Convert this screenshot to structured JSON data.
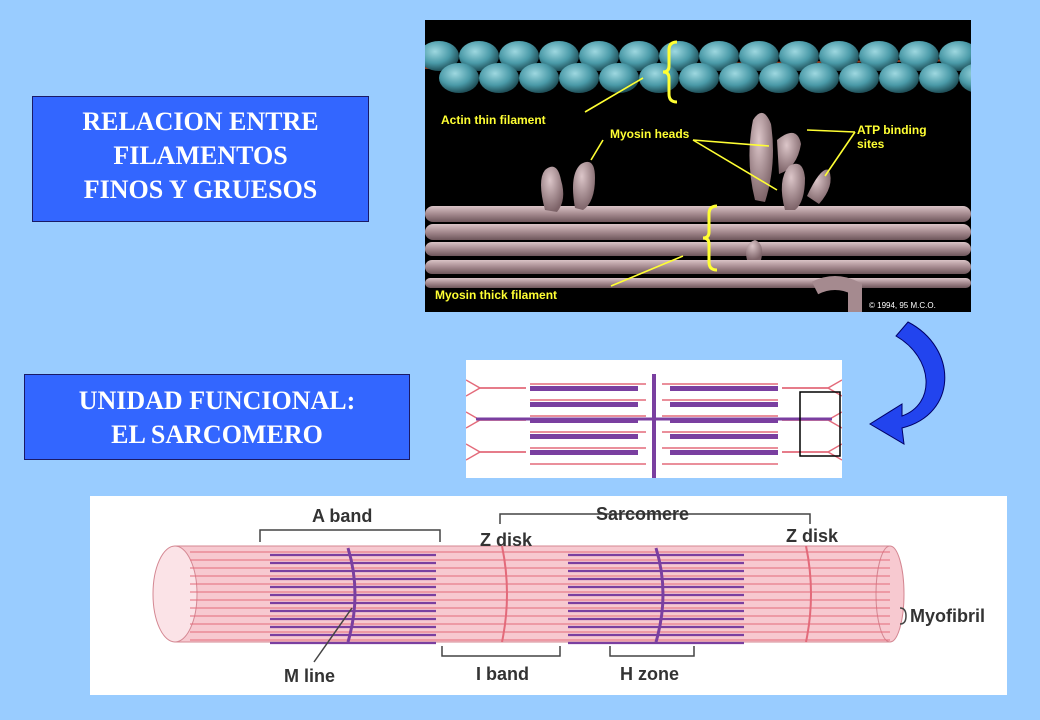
{
  "boxes": {
    "top": {
      "lines": [
        "RELACION ENTRE",
        "FILAMENTOS",
        "FINOS Y GRUESOS"
      ]
    },
    "bottom": {
      "lines": [
        "UNIDAD FUNCIONAL:",
        "EL SARCOMERO"
      ]
    }
  },
  "molecular": {
    "actin_label": "Actin thin filament",
    "myosin_heads_label": "Myosin heads",
    "atp_label_1": "ATP binding",
    "atp_label_2": "sites",
    "thick_label": "Myosin thick filament",
    "copyright": "© 1994, 95 M.C.O."
  },
  "myofibril": {
    "a_band": "A band",
    "sarcomere": "Sarcomere",
    "z_disk_left": "Z disk",
    "z_disk_right": "Z disk",
    "myofibril": "Myofibril",
    "m_line": "M line",
    "i_band": "I band",
    "h_zone": "H zone"
  },
  "colors": {
    "background": "#99ccff",
    "box": "#3366ff",
    "actin": "#4a9aa8",
    "myosin": "#b89aa0",
    "label_yellow": "#ffff33",
    "thin_filament": "#e36a7a",
    "thick_filament": "#7a3fa0",
    "arrow": "#2244ee"
  }
}
